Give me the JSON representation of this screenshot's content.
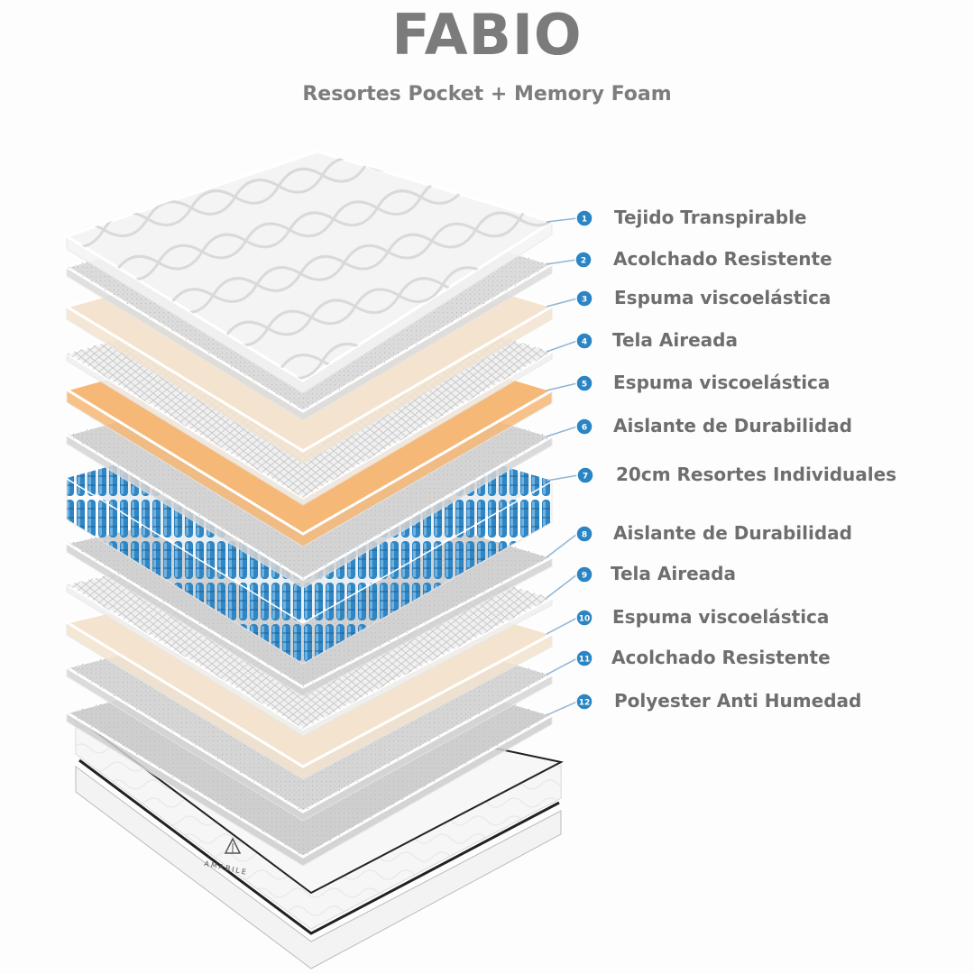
{
  "header": {
    "title": "FABIO",
    "subtitle": "Resortes Pocket + Memory Foam"
  },
  "brand": {
    "name": "AMABILE"
  },
  "layers": [
    {
      "num": "1",
      "label": "Tejido Transpirable",
      "pattern": "quilted",
      "color": "#f4f4f4"
    },
    {
      "num": "2",
      "label": "Acolchado Resistente",
      "pattern": "texture",
      "color": "#dcdcdc"
    },
    {
      "num": "3",
      "label": "Espuma viscoelástica",
      "pattern": "solid",
      "color": "#f4e4cf"
    },
    {
      "num": "4",
      "label": "Tela Aireada",
      "pattern": "mesh",
      "color": "#f0f0f0"
    },
    {
      "num": "5",
      "label": "Espuma viscoelástica",
      "pattern": "solid",
      "color": "#f6b877"
    },
    {
      "num": "6",
      "label": "Aislante de Durabilidad",
      "pattern": "texture",
      "color": "#d4d4d4"
    },
    {
      "num": "7",
      "label": "20cm Resortes Individuales",
      "pattern": "springs",
      "color": "#2f86c4"
    },
    {
      "num": "8",
      "label": "Aislante de Durabilidad",
      "pattern": "texture",
      "color": "#d2d2d2"
    },
    {
      "num": "9",
      "label": "Tela Aireada",
      "pattern": "mesh",
      "color": "#f0f0f0"
    },
    {
      "num": "10",
      "label": "Espuma viscoelástica",
      "pattern": "solid",
      "color": "#f4e4cf"
    },
    {
      "num": "11",
      "label": "Acolchado Resistente",
      "pattern": "texture",
      "color": "#d6d6d6"
    },
    {
      "num": "12",
      "label": "Polyester Anti Humedad",
      "pattern": "texture",
      "color": "#cfcfcf"
    }
  ],
  "colors": {
    "badge": "#2b84c3",
    "leader": "#8fb4d6",
    "text": "#6e6e6e"
  }
}
